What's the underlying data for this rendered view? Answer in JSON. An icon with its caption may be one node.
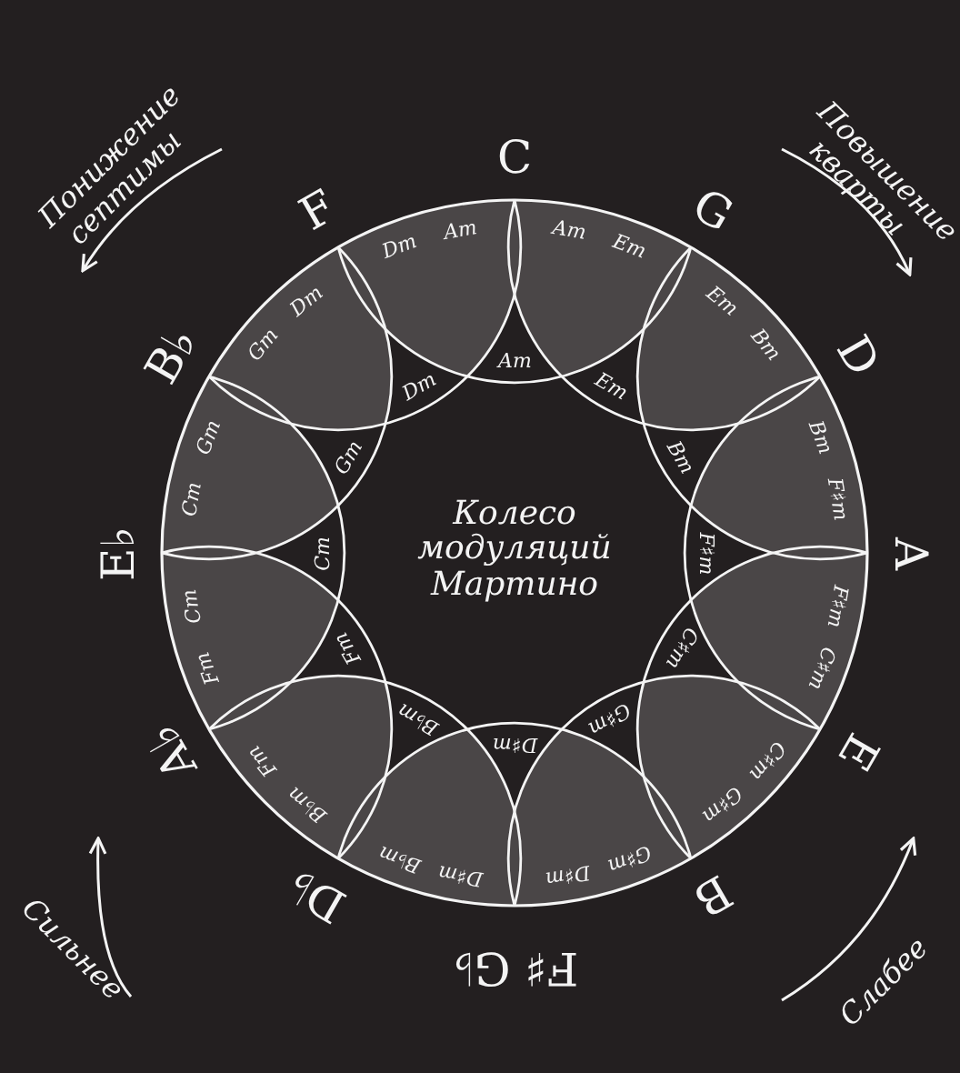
{
  "diagram": {
    "title": "Колесо модуляций Мартино",
    "labels": [
      "Понижение септимы",
      "Повышение кварты",
      "C",
      "G",
      "D",
      "A",
      "E",
      "B",
      "F♯ G♭",
      "D♭",
      "A♭",
      "E♭",
      "B♭",
      "F",
      "Am",
      "Em",
      "Em",
      "Bm",
      "Bm",
      "F♯m",
      "F♯m",
      "C♯m",
      "C♯m",
      "G♯m",
      "G♯m",
      "D♯m",
      "D♯m",
      "B♭m",
      "B♭m",
      "Fm",
      "Fm",
      "Cm",
      "Cm",
      "Gm",
      "Gm",
      "Dm",
      "Dm",
      "Am",
      "Am",
      "Em",
      "Bm",
      "F♯m",
      "C♯m",
      "G♯m",
      "D♯m",
      "B♭m",
      "Fm",
      "Cm",
      "Gm",
      "Dm",
      "Сильнее",
      "Слабее"
    ]
  }
}
